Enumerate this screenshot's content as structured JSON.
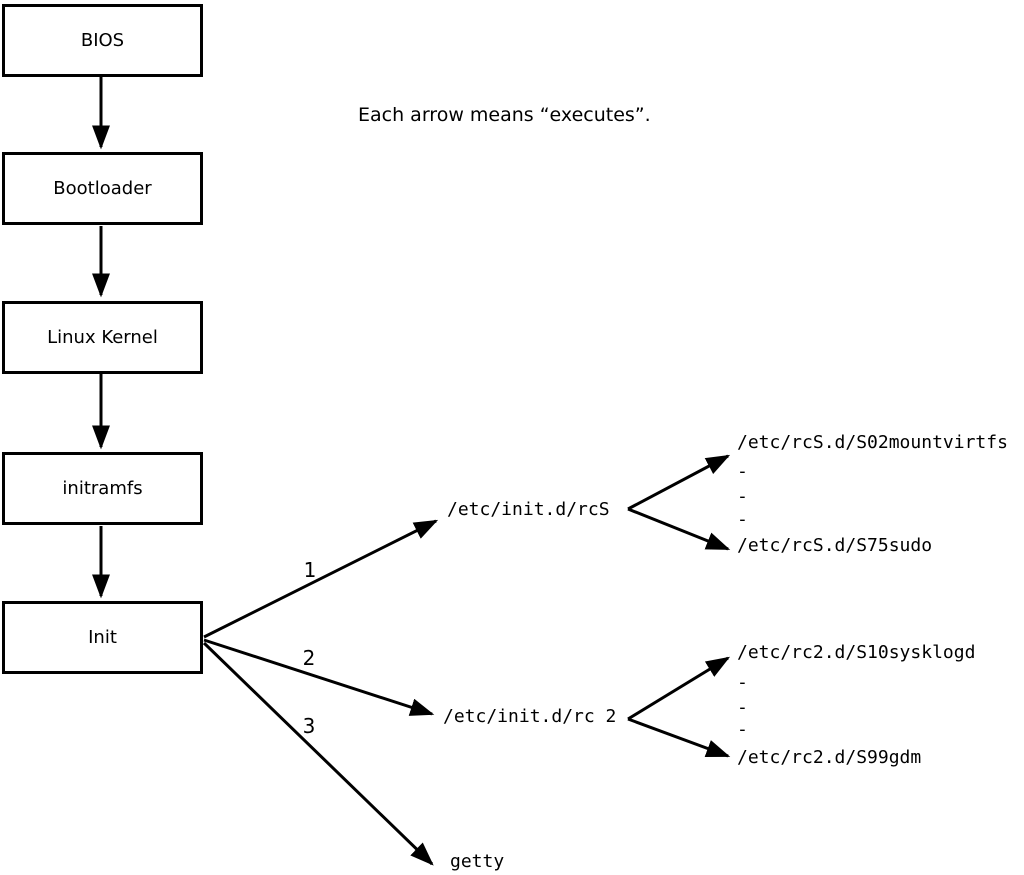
{
  "note": {
    "text": "Each arrow means “executes”."
  },
  "chain": {
    "boxes": [
      {
        "label": "BIOS"
      },
      {
        "label": "Bootloader"
      },
      {
        "label": "Linux Kernel"
      },
      {
        "label": "initramfs"
      },
      {
        "label": "Init"
      }
    ]
  },
  "edges": {
    "labels": [
      "1",
      "2",
      "3"
    ]
  },
  "targets": {
    "rcS": "/etc/init.d/rcS",
    "rc2": "/etc/init.d/rc 2",
    "getty": "getty"
  },
  "groups": {
    "rcS": {
      "lines": [
        "/etc/rcS.d/S02mountvirtfs",
        "-",
        "-",
        "-",
        "/etc/rcS.d/S75sudo"
      ]
    },
    "rc2": {
      "lines": [
        "/etc/rc2.d/S10sysklogd",
        "-",
        "-",
        "-",
        "/etc/rc2.d/S99gdm"
      ]
    }
  },
  "colors": {
    "ink": "#000000",
    "background": "#ffffff"
  }
}
